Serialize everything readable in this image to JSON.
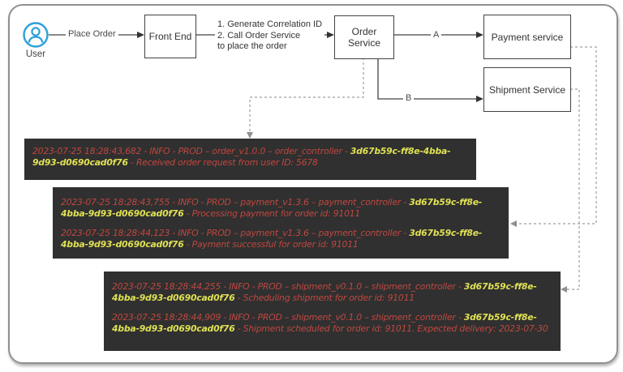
{
  "diagram": {
    "user": {
      "label": "User"
    },
    "nodes": {
      "front_end": "Front End",
      "order_service": "Order Service",
      "payment_service": "Payment service",
      "shipment_service": "Shipment Service"
    },
    "edges": {
      "place_order": "Place Order",
      "a": "A",
      "b": "B"
    },
    "note": {
      "line1": "1. Generate Correlation ID",
      "line2": "2. Call Order Service",
      "line3": "to place the order"
    }
  },
  "logs": {
    "correlation_id": "3d67b59c-ff8e-4bba-9d93-d0690cad0f76",
    "panels": [
      {
        "entries": [
          {
            "meta": "2023-07-25 18:28:43,682 - INFO - PROD – order_v1.0.0 – order_controller -",
            "correlation_id": "3d67b59c-ff8e-4bba-9d93-d0690cad0f76",
            "message": "- Received order request from user ID: 5678"
          }
        ]
      },
      {
        "entries": [
          {
            "meta": "2023-07-25 18:28:43,755 - INFO - PROD – payment_v1.3.6 – payment_controller -",
            "correlation_id": "3d67b59c-ff8e-4bba-9d93-d0690cad0f76",
            "message": "- Processing payment for order id: 91011"
          },
          {
            "meta": "2023-07-25 18:28:44,123 - INFO - PROD – payment_v1.3.6 – payment_controller -",
            "correlation_id": "3d67b59c-ff8e-4bba-9d93-d0690cad0f76",
            "message": "- Payment successful for order id: 91011"
          }
        ]
      },
      {
        "entries": [
          {
            "meta": "2023-07-25 18:28:44,255 - INFO - PROD – shipment_v0.1.0 – shipment_controller -",
            "correlation_id": "3d67b59c-ff8e-4bba-9d93-d0690cad0f76",
            "message": "- Scheduling shipment for order id: 91011"
          },
          {
            "meta": "2023-07-25 18:28:44,909 - INFO - PROD – shipment_v0.1.0 – shipment_controller -",
            "correlation_id": "3d67b59c-ff8e-4bba-9d93-d0690cad0f76",
            "message": "- Shipment scheduled for order id: 91011. Expected delivery: 2023-07-30"
          }
        ]
      }
    ]
  },
  "colors": {
    "accent_blue": "#2e9fd9",
    "log_background": "#303030",
    "log_red": "#c0473f",
    "log_yellow": "#e1e154",
    "solid_line": "#424242",
    "dashed_line": "#9e9e9e"
  }
}
